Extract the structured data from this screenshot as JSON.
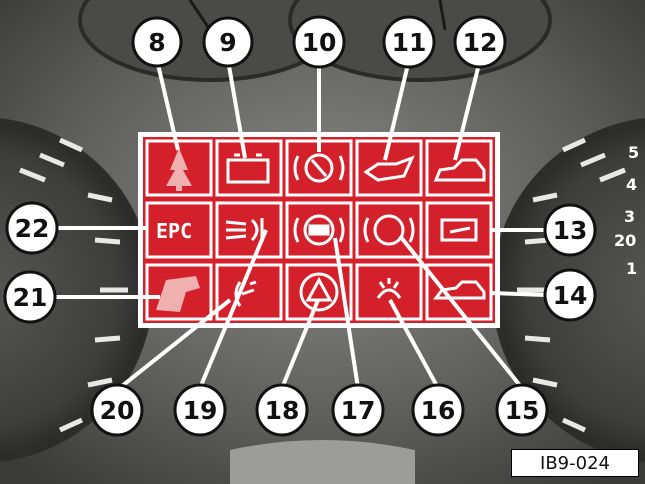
{
  "figure": {
    "code": "IB9-024",
    "epc_label": "EPC",
    "callouts": [
      "8",
      "9",
      "10",
      "11",
      "12",
      "13",
      "14",
      "15",
      "16",
      "17",
      "18",
      "19",
      "20",
      "21",
      "22"
    ],
    "gauge_marks": [
      "5",
      "4",
      "3",
      "20",
      "1"
    ]
  },
  "colors": {
    "panel_red": "#d4202a",
    "dash_gray": "#6b6b69",
    "dark_gray": "#3c3c3a",
    "light_gray": "#bdbdba",
    "callout_fill": "#ffffff",
    "leader_line": "#ffffff"
  },
  "icons": [
    "tree-icon",
    "battery-icon",
    "brake-pad-wear-icon",
    "oil-pressure-icon",
    "car-icon",
    "epc-icon",
    "headlight-range-icon",
    "brake-icon",
    "abs-icon",
    "engine-icon",
    "dog-icon",
    "washer-fluid-icon",
    "warning-triangle-icon",
    "rear-fog-icon",
    "car-rear-icon"
  ]
}
